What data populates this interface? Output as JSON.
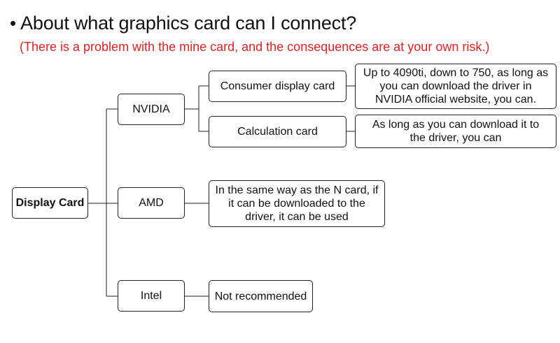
{
  "header": {
    "bullet": "•",
    "title": "About what graphics card can I connect?",
    "subtitle": "(There is a problem with the mine card, and the consequences are at your own risk.)",
    "subtitle_color": "#e02020"
  },
  "tree": {
    "root": "Display Card",
    "nvidia": {
      "label": "NVIDIA",
      "consumer": {
        "label": "Consumer display card",
        "note": "Up to 4090ti, down to 750, as long as you can download the driver in NVIDIA official website, you can."
      },
      "calculation": {
        "label": "Calculation card",
        "note": "As long as you can download it to the driver, you can"
      }
    },
    "amd": {
      "label": "AMD",
      "note": "In the same way as the N card, if it can be downloaded to the driver, it can be used"
    },
    "intel": {
      "label": "Intel",
      "note": "Not recommended"
    }
  }
}
